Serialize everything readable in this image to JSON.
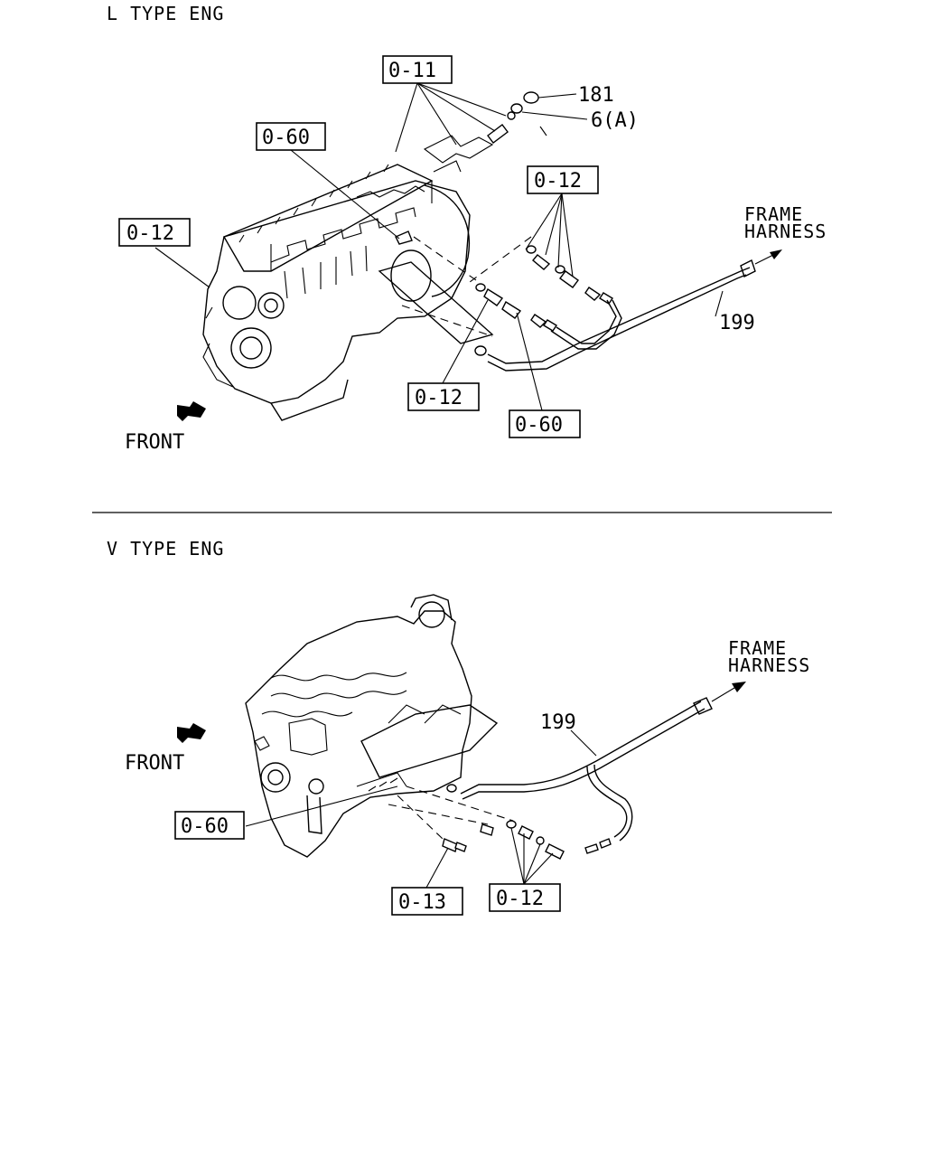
{
  "sections": {
    "l_type": {
      "heading": "L TYPE ENG",
      "callouts": {
        "c011": "0-11",
        "c060_top": "0-60",
        "c012_left": "0-12",
        "c012_right": "0-12",
        "c012_bottom": "0-12",
        "c060_bottom": "0-60"
      },
      "part_numbers": {
        "p181": "181",
        "p6a": "6(A)",
        "p199": "199"
      },
      "frame_harness": [
        "FRAME",
        "HARNESS"
      ],
      "front": "FRONT"
    },
    "v_type": {
      "heading": "V TYPE ENG",
      "callouts": {
        "c060": "0-60",
        "c013": "0-13",
        "c012": "0-12"
      },
      "part_numbers": {
        "p199": "199"
      },
      "frame_harness": [
        "FRAME",
        "HARNESS"
      ],
      "front": "FRONT"
    }
  }
}
